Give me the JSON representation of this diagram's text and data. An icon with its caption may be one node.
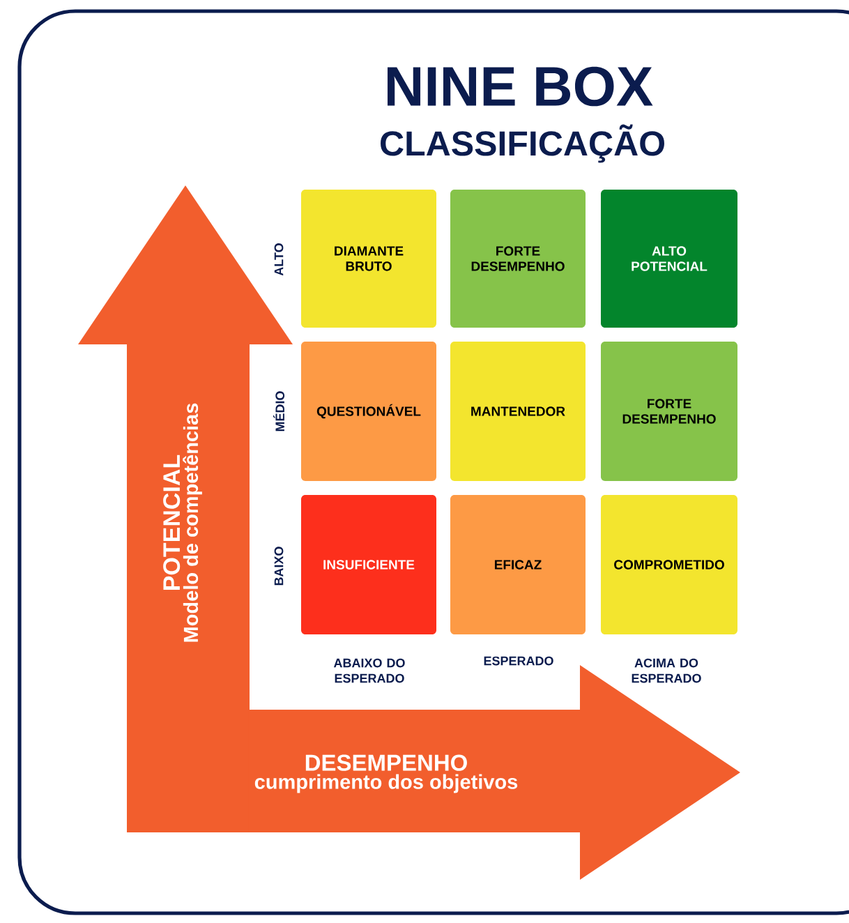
{
  "diagram": {
    "title": "NINE BOX",
    "nodes": [
      {
        "text": [
          "DIAMANTE BRUTO"
        ]
      },
      {
        "text": [
          "FORTE DESEMPENHO"
        ]
      },
      {
        "text": [
          "ALTO POTENCIAL"
        ]
      },
      {
        "text": [
          "QUESTIONÁVEL"
        ]
      },
      {
        "text": [
          "MANTENEDOR"
        ]
      },
      {
        "text": [
          "FORTE DESEMPENHO"
        ]
      },
      {
        "text": [
          "INSUFICIENTE"
        ]
      },
      {
        "text": [
          "EFICAZ"
        ]
      },
      {
        "text": [
          "COMPROMETIDO"
        ]
      },
      {
        "text": [
          "POTENCIAL",
          "Modelo de competências"
        ]
      },
      {
        "text": [
          "DESEMPENHO",
          "cumprimento dos objetivos"
        ]
      }
    ],
    "labels": [
      "CLASSIFICAÇÃO",
      "ALTO",
      "MÉDIO",
      "BAIXO",
      "ABAIXO DO ESPERADO",
      "ESPERADO",
      "ACIMA DO ESPERADO"
    ]
  }
}
